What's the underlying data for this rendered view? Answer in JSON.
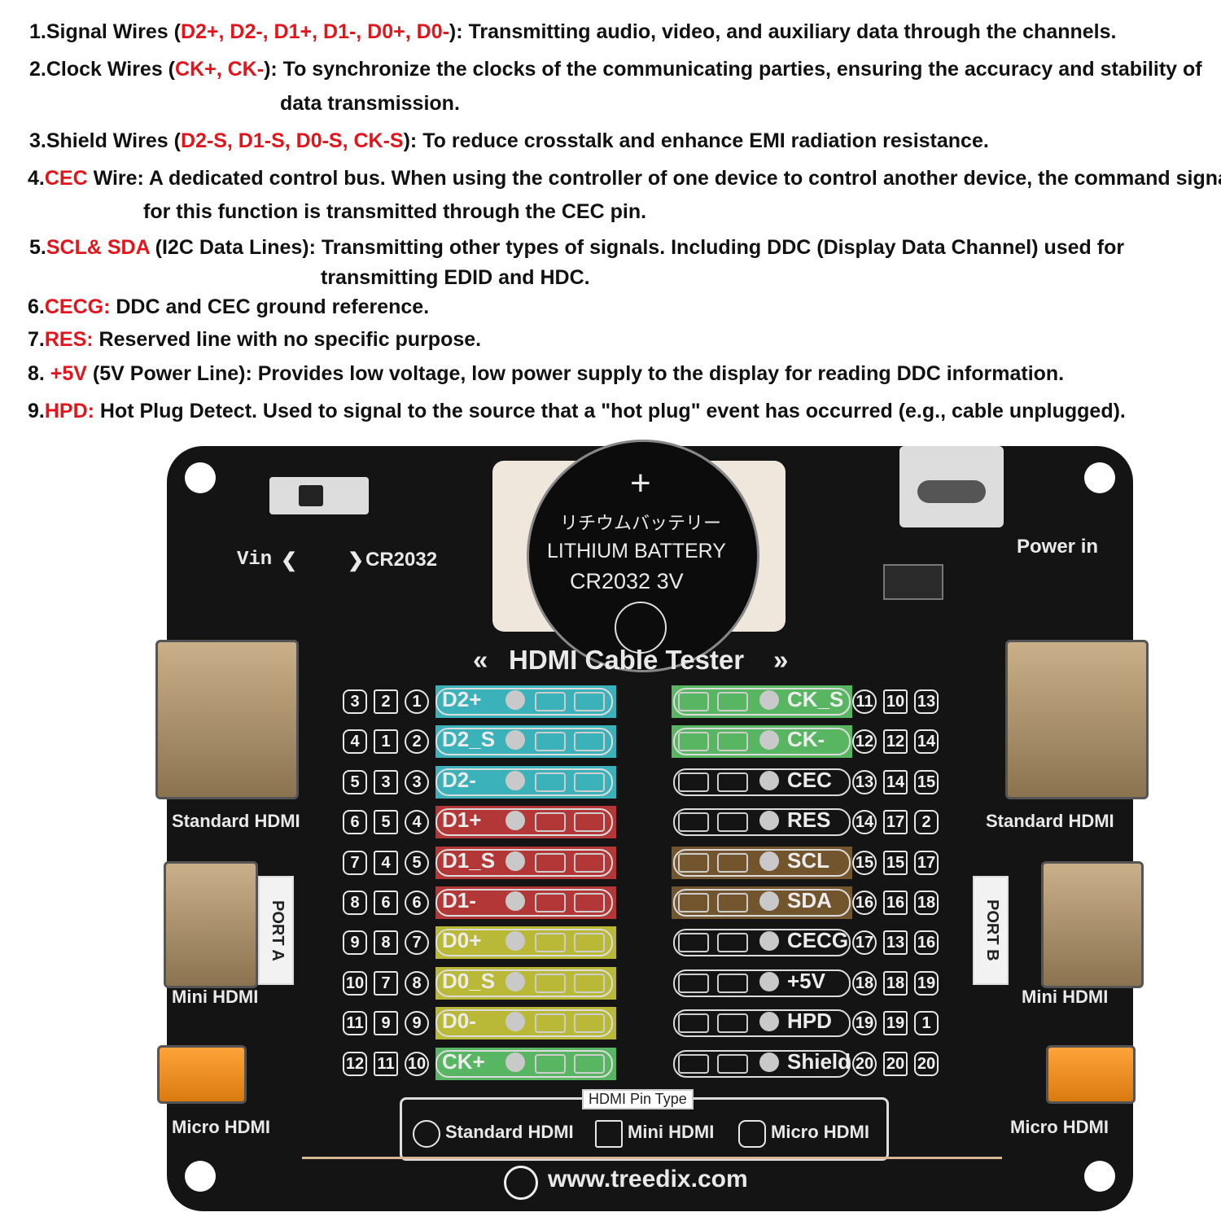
{
  "notes": [
    {
      "prefix": "1.Signal Wires (",
      "highlight": "D2+, D2-, D1+, D1-, D0+, D0-",
      "suffix": "): Transmitting audio, video, and auxiliary data through the channels."
    },
    {
      "prefix": "2.Clock Wires (",
      "highlight": "CK+, CK-",
      "suffix": "): To synchronize the clocks of the communicating parties, ensuring the accuracy and stability of",
      "cont": "data transmission."
    },
    {
      "prefix": "3.Shield Wires (",
      "highlight": "D2-S, D1-S, D0-S, CK-S",
      "suffix": "): To reduce crosstalk and enhance EMI radiation resistance."
    },
    {
      "prefix": "4.",
      "highlight": "CEC",
      "suffix": " Wire: A dedicated control bus. When using the controller of one device to control another device, the command signal",
      "cont": "for this function is transmitted through the CEC pin."
    },
    {
      "prefix": "5.",
      "highlight": "SCL& SDA",
      "suffix": " (I2C Data Lines): Transmitting other types of signals. Including DDC (Display Data Channel) used for",
      "cont": "transmitting EDID and HDC."
    },
    {
      "prefix": "6.",
      "highlight": "CECG:",
      "suffix": " DDC and CEC ground reference."
    },
    {
      "prefix": "7.",
      "highlight": "RES:",
      "suffix": " Reserved line with no specific purpose."
    },
    {
      "prefix": "8. ",
      "highlight": "+5V",
      "suffix": " (5V Power Line): Provides low voltage, low power supply to the display for reading DDC information."
    },
    {
      "prefix": "9.",
      "highlight": "HPD:",
      "suffix": " Hot Plug Detect. Used to signal to the source that a \"hot plug\" event has occurred (e.g., cable unplugged)."
    }
  ],
  "board": {
    "switch_left": "Vin",
    "switch_right": "CR2032",
    "battery_jp": "リチウムバッテリー",
    "battery_line1": "LITHIUM BATTERY",
    "battery_line2": "CR2032  3V",
    "power_in": "Power in",
    "title": "HDMI Cable Tester",
    "left_std": "Standard HDMI",
    "left_mini": "Mini HDMI",
    "left_micro": "Micro HDMI",
    "right_std": "Standard HDMI",
    "right_mini": "Mini HDMI",
    "right_micro": "Micro HDMI",
    "port_a": "PORT A",
    "port_b": "PORT B",
    "legend_title": "HDMI Pin Type",
    "legend_std": "Standard HDMI",
    "legend_mini": "Mini HDMI",
    "legend_micro": "Micro HDMI",
    "website": "www.treedix.com",
    "colors": {
      "cyan": "#3fbfc7",
      "red": "#c23a3a",
      "yellow": "#c8c83a",
      "green": "#5ec46a",
      "brown": "#7a5a30"
    },
    "left_rows": [
      {
        "micro": "3",
        "mini": "2",
        "std": "1",
        "label": "D2+",
        "color": "cyan"
      },
      {
        "micro": "4",
        "mini": "1",
        "std": "2",
        "label": "D2_S",
        "color": "cyan"
      },
      {
        "micro": "5",
        "mini": "3",
        "std": "3",
        "label": "D2-",
        "color": "cyan"
      },
      {
        "micro": "6",
        "mini": "5",
        "std": "4",
        "label": "D1+",
        "color": "red"
      },
      {
        "micro": "7",
        "mini": "4",
        "std": "5",
        "label": "D1_S",
        "color": "red"
      },
      {
        "micro": "8",
        "mini": "6",
        "std": "6",
        "label": "D1-",
        "color": "red"
      },
      {
        "micro": "9",
        "mini": "8",
        "std": "7",
        "label": "D0+",
        "color": "yellow"
      },
      {
        "micro": "10",
        "mini": "7",
        "std": "8",
        "label": "D0_S",
        "color": "yellow"
      },
      {
        "micro": "11",
        "mini": "9",
        "std": "9",
        "label": "D0-",
        "color": "yellow"
      },
      {
        "micro": "12",
        "mini": "11",
        "std": "10",
        "label": "CK+",
        "color": "green"
      }
    ],
    "right_rows": [
      {
        "label": "CK_S",
        "std": "11",
        "mini": "10",
        "micro": "13",
        "color": "green"
      },
      {
        "label": "CK-",
        "std": "12",
        "mini": "12",
        "micro": "14",
        "color": "green"
      },
      {
        "label": "CEC",
        "std": "13",
        "mini": "14",
        "micro": "15",
        "color": ""
      },
      {
        "label": "RES",
        "std": "14",
        "mini": "17",
        "micro": "2",
        "color": ""
      },
      {
        "label": "SCL",
        "std": "15",
        "mini": "15",
        "micro": "17",
        "color": "brown"
      },
      {
        "label": "SDA",
        "std": "16",
        "mini": "16",
        "micro": "18",
        "color": "brown"
      },
      {
        "label": "CECG",
        "std": "17",
        "mini": "13",
        "micro": "16",
        "color": ""
      },
      {
        "label": "+5V",
        "std": "18",
        "mini": "18",
        "micro": "19",
        "color": ""
      },
      {
        "label": "HPD",
        "std": "19",
        "mini": "19",
        "micro": "1",
        "color": ""
      },
      {
        "label": "Shield",
        "std": "20",
        "mini": "20",
        "micro": "20",
        "color": ""
      }
    ]
  }
}
